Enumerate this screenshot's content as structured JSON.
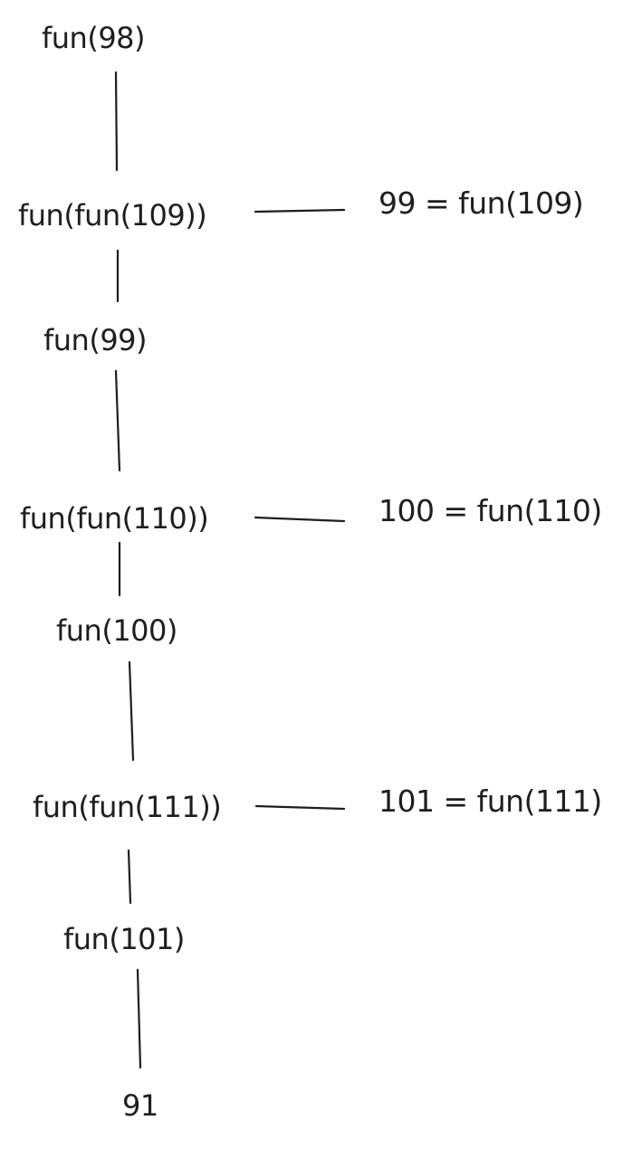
{
  "diagram": {
    "nodes": [
      {
        "id": "n1",
        "text": "fun(98)"
      },
      {
        "id": "n2",
        "text": "fun(fun(109))"
      },
      {
        "id": "n3",
        "text": "fun(99)"
      },
      {
        "id": "n4",
        "text": "fun(fun(110))"
      },
      {
        "id": "n5",
        "text": "fun(100)"
      },
      {
        "id": "n6",
        "text": "fun(fun(111))"
      },
      {
        "id": "n7",
        "text": "fun(101)"
      },
      {
        "id": "n8",
        "text": "91"
      }
    ],
    "side_notes": [
      {
        "id": "s1",
        "text": "99 = fun(109)",
        "attached_to": "n2"
      },
      {
        "id": "s2",
        "text": "100 = fun(110)",
        "attached_to": "n4"
      },
      {
        "id": "s3",
        "text": "101 = fun(111)",
        "attached_to": "n6"
      }
    ],
    "edges": [
      [
        "n1",
        "n2"
      ],
      [
        "n2",
        "n3"
      ],
      [
        "n3",
        "n4"
      ],
      [
        "n4",
        "n5"
      ],
      [
        "n5",
        "n6"
      ],
      [
        "n6",
        "n7"
      ],
      [
        "n7",
        "n8"
      ],
      [
        "n2",
        "s1"
      ],
      [
        "n4",
        "s2"
      ],
      [
        "n6",
        "s3"
      ]
    ]
  }
}
